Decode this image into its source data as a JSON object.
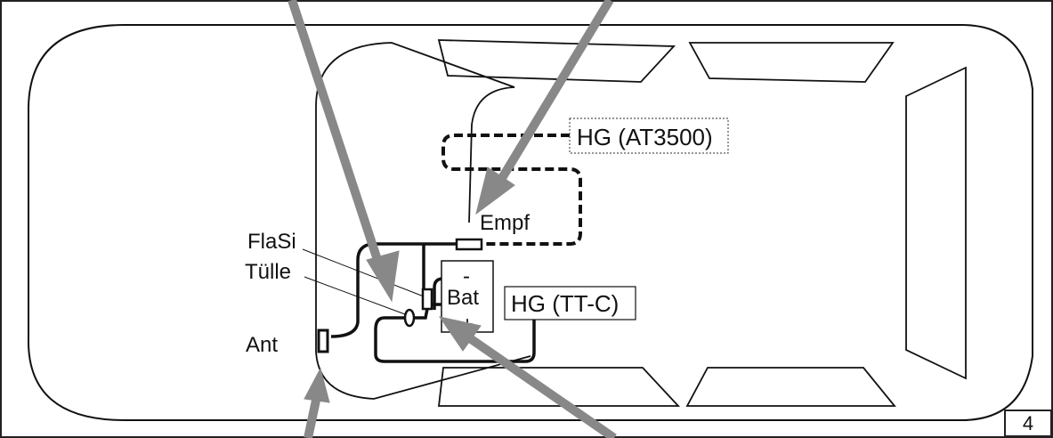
{
  "labels": {
    "hg_at3500": "HG (AT3500)",
    "empf": "Empf",
    "flasi": "FlaSi",
    "tuelle": "Tülle",
    "bat": "Bat",
    "bat_minus": "-",
    "bat_plus": "+",
    "hg_ttc": "HG (TT-C)",
    "ant": "Ant"
  },
  "page_number": "4"
}
